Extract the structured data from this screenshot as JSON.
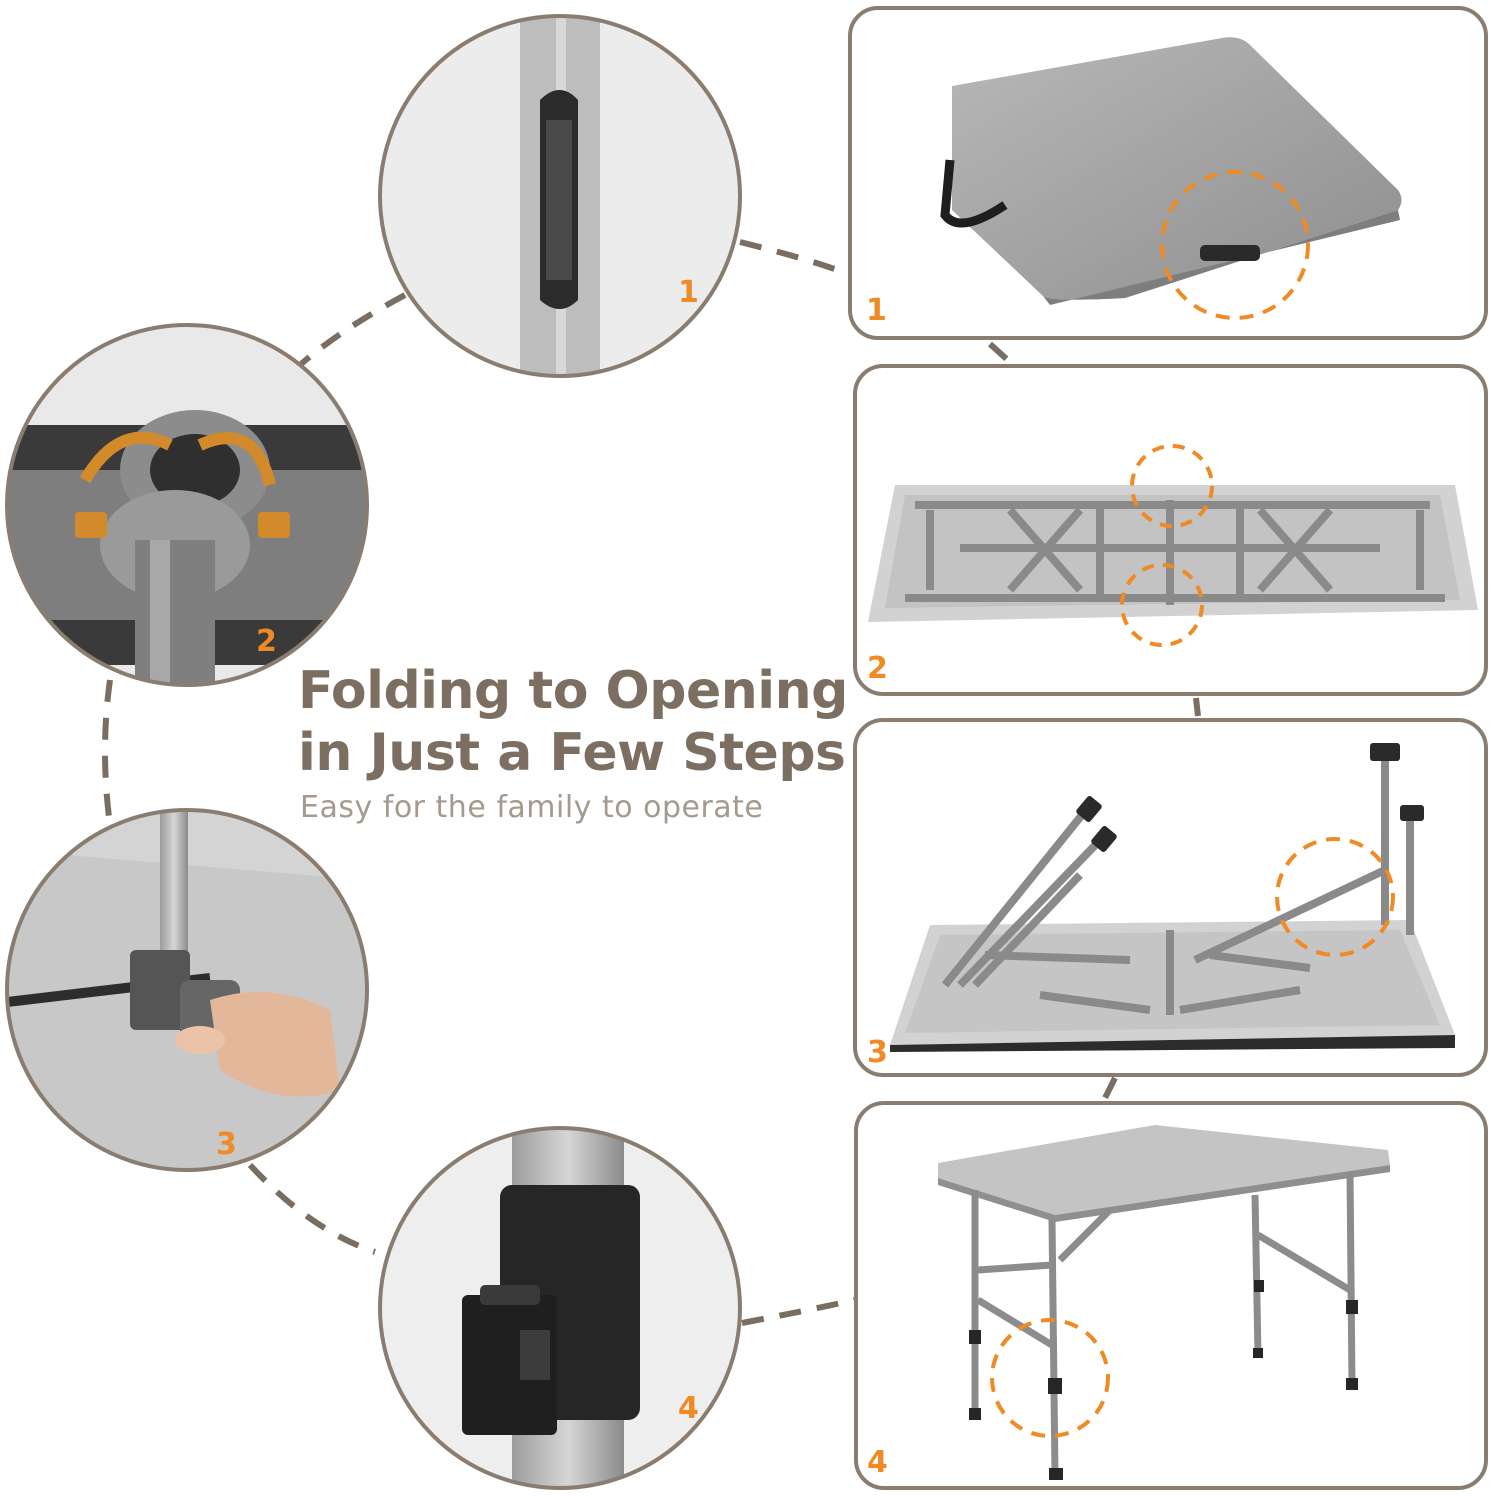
{
  "heading": {
    "line1": "Folding to Opening",
    "line2": "in Just a Few Steps",
    "subtitle": "Easy for the family to operate"
  },
  "step_numbers": {
    "circle_1": "1",
    "circle_2": "2",
    "circle_3": "3",
    "circle_4": "4",
    "panel_1": "1",
    "panel_2": "2",
    "panel_3": "3",
    "panel_4": "4"
  },
  "colors": {
    "heading": "#7c6f62",
    "subtitle": "#a59a8e",
    "accent": "#f08a24",
    "border": "#8a7d70",
    "dashed_connector": "#7a6e62",
    "product_gray": "#9a9a9a"
  }
}
